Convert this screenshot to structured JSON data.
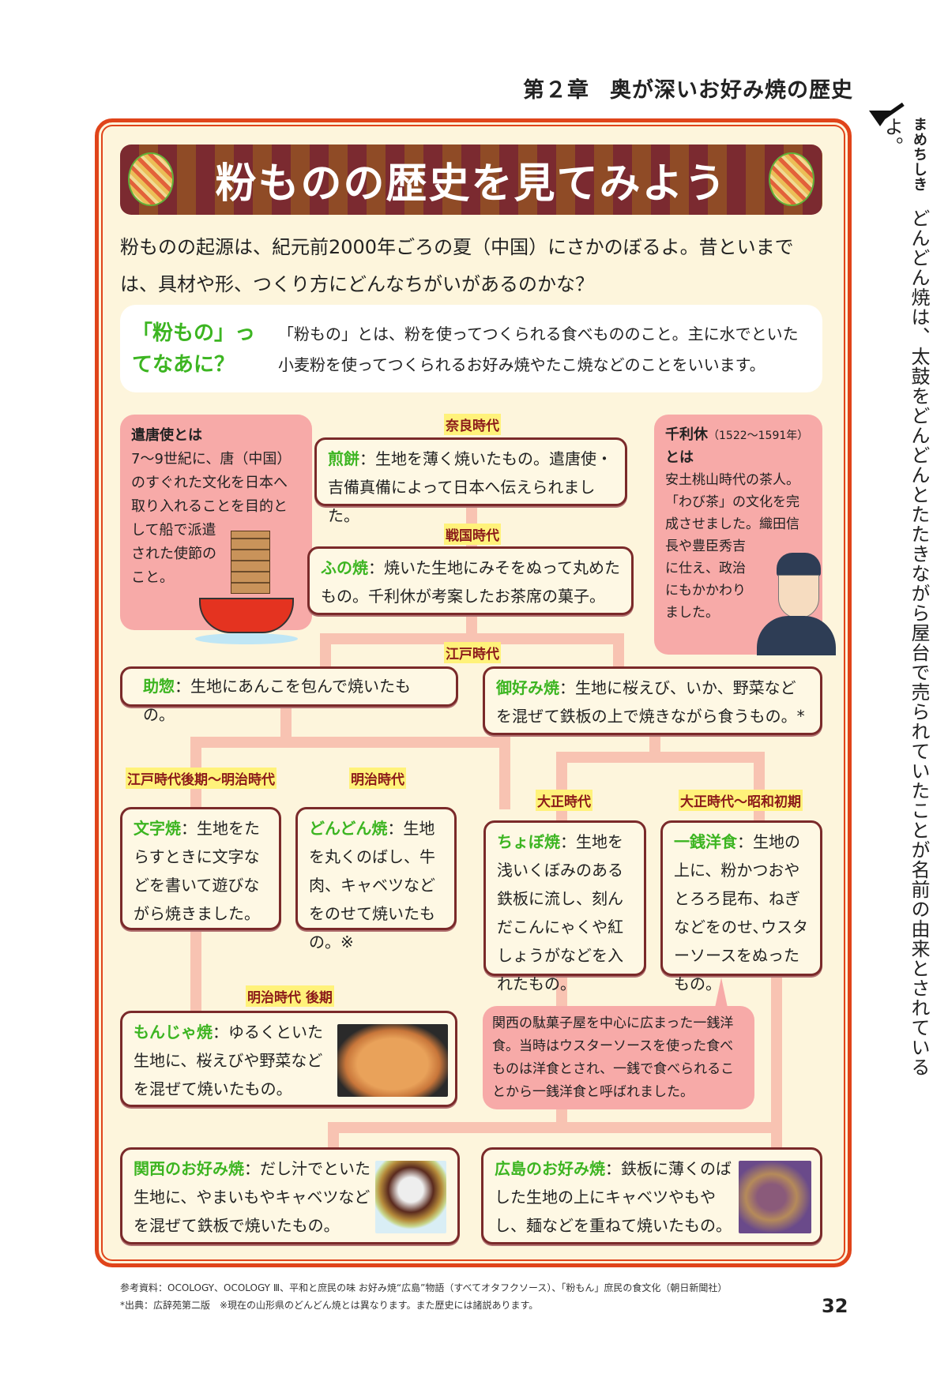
{
  "header": {
    "chapter": "第２章",
    "title": "奥が深いお好み焼の歴史"
  },
  "banner": {
    "title": "粉ものの歴史を見てみよう"
  },
  "intro": "粉ものの起源は、紀元前2000年ごろの夏（中国）にさかのぼるよ。昔といまでは、具材や形、つくり方にどんなちがいがあるのかな？",
  "what": {
    "question": "「粉もの」ってなあに？",
    "answer": "「粉もの」とは、粉を使ってつくられる食べもののこと。主に水でといた小麦粉を使ってつくられるお好み焼やたこ焼などのことをいいます。"
  },
  "eras": {
    "nara": "奈良時代",
    "sengoku": "戦国時代",
    "edo": "江戸時代",
    "edo_meiji": "江戸時代後期～明治時代",
    "meiji": "明治時代",
    "taisho": "大正時代",
    "taisho_showa": "大正時代～昭和初期",
    "meiji_late": "明治時代 後期"
  },
  "items": {
    "senbei": {
      "term": "煎餅",
      "desc": "：生地を薄く焼いたもの。遣唐使・吉備真備によって日本へ伝えられました。"
    },
    "funoyaki": {
      "term": "ふの焼",
      "desc": "：焼いた生地にみそをぬって丸めたもの。千利休が考案したお茶席の菓子。"
    },
    "suketsu": {
      "term": "助惣",
      "desc": "：生地にあんこを包んで焼いたもの。"
    },
    "okonomi": {
      "term": "御好み焼",
      "desc": "：生地に桜えび、いか、野菜などを混ぜて鉄板の上で焼きながら食うもの。*"
    },
    "moji": {
      "term": "文字焼",
      "desc": "：生地をたらすときに文字などを書いて遊びながら焼きました。"
    },
    "dondon": {
      "term": "どんどん焼",
      "desc": "：生地を丸くのばし、牛肉、キャベツなどをのせて焼いたもの。※"
    },
    "chobo": {
      "term": "ちょぼ焼",
      "desc": "：生地を浅いくぼみのある鉄板に流し、刻んだこんにゃくや紅しょうがなどを入れたもの。"
    },
    "issen": {
      "term": "一銭洋食",
      "desc": "：生地の上に、粉かつおやとろろ昆布、ねぎなどをのせ､ウスターソースをぬったもの。"
    },
    "monja": {
      "term": "もんじゃ焼",
      "desc": "：ゆるくといた生地に、桜えびや野菜などを混ぜて焼いたもの。"
    },
    "kansai": {
      "term": "関西のお好み焼",
      "desc": "：だし汁でといた生地に、やまいもやキャベツなどを混ぜて鉄板で焼いたもの。"
    },
    "hiroshima": {
      "term": "広島のお好み焼",
      "desc": "：鉄板に薄くのばした生地の上にキャベツやもやし、麺などを重ねて焼いたもの。"
    }
  },
  "bubbles": {
    "kentoushi": {
      "title": "遣唐使とは",
      "text": "7～9世紀に、唐（中国）のすぐれた文化を日本へ取り入れることを目的として船で派遣された使節のこと。"
    },
    "rikyu": {
      "title": "千利休",
      "years": "（1522～1591年）",
      "title2": "とは",
      "text": "安土桃山時代の茶人。「わび茶」の文化を完成させました。織田信長や豊臣秀吉に仕え、政治にもかかわりました。"
    },
    "issen_note": {
      "text": "関西の駄菓子屋を中心に広まった一銭洋食。当時はウスターソースを使った食べものは洋食とされ、一銭で食べられることから一銭洋食と呼ばれました。"
    }
  },
  "side": {
    "label": "まめちしき",
    "text": "どんどん焼は、太鼓をどんどんとたたきながら屋台で売られていたことが名前の由来とされているよ。"
  },
  "footer": {
    "refs": "参考資料：OCOLOGY、OCOLOGY Ⅲ、平和と庶民の味 お好み焼“広島”物語（すべてオタフクソース）、「粉もん」庶民の食文化（朝日新聞社）",
    "notes": "*出典：広辞苑第二版　※現在の山形県のどんどん焼とは異なります。また歴史には諸説あります。",
    "page": "32"
  },
  "colors": {
    "frame": "#e0441a",
    "term": "#3cb521",
    "box_border": "#7a2a2a",
    "bubble": "#f7aaa8",
    "label_bg": "#fff27a"
  }
}
